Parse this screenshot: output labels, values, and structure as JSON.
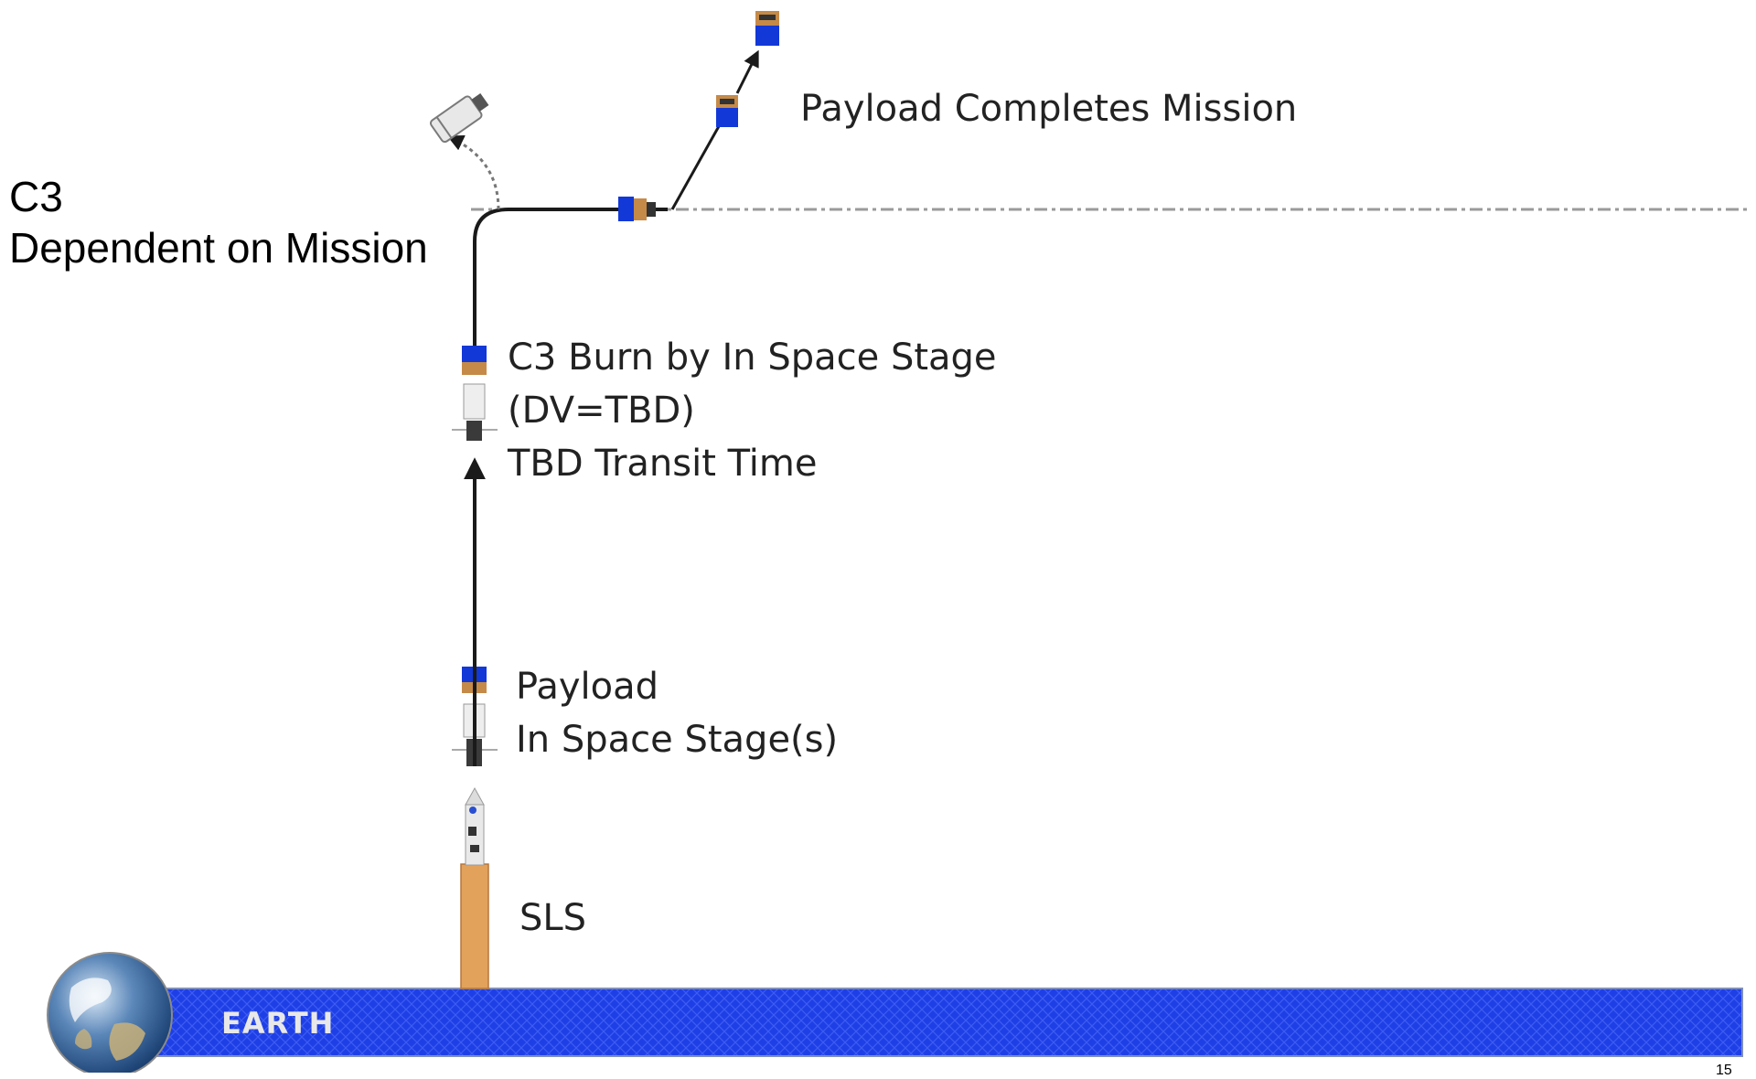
{
  "c3_label": {
    "line1": "C3",
    "line2": "Dependent on Mission"
  },
  "steps": {
    "mission_complete": "Payload Completes Mission",
    "c3_burn_line1": "C3 Burn by In Space Stage",
    "c3_burn_line2": "(DV=TBD)",
    "c3_burn_line3": "TBD Transit Time",
    "stack_line1": "Payload",
    "stack_line2": "In Space Stage(s)",
    "launch_vehicle": "SLS"
  },
  "earth": {
    "label": "EARTH"
  },
  "page_number": "15",
  "colors": {
    "earth_band": "#1f3fe6",
    "payload_blue": "#1238d8",
    "sls_orange": "#e3a25c",
    "trajectory": "#1a1a1a"
  }
}
